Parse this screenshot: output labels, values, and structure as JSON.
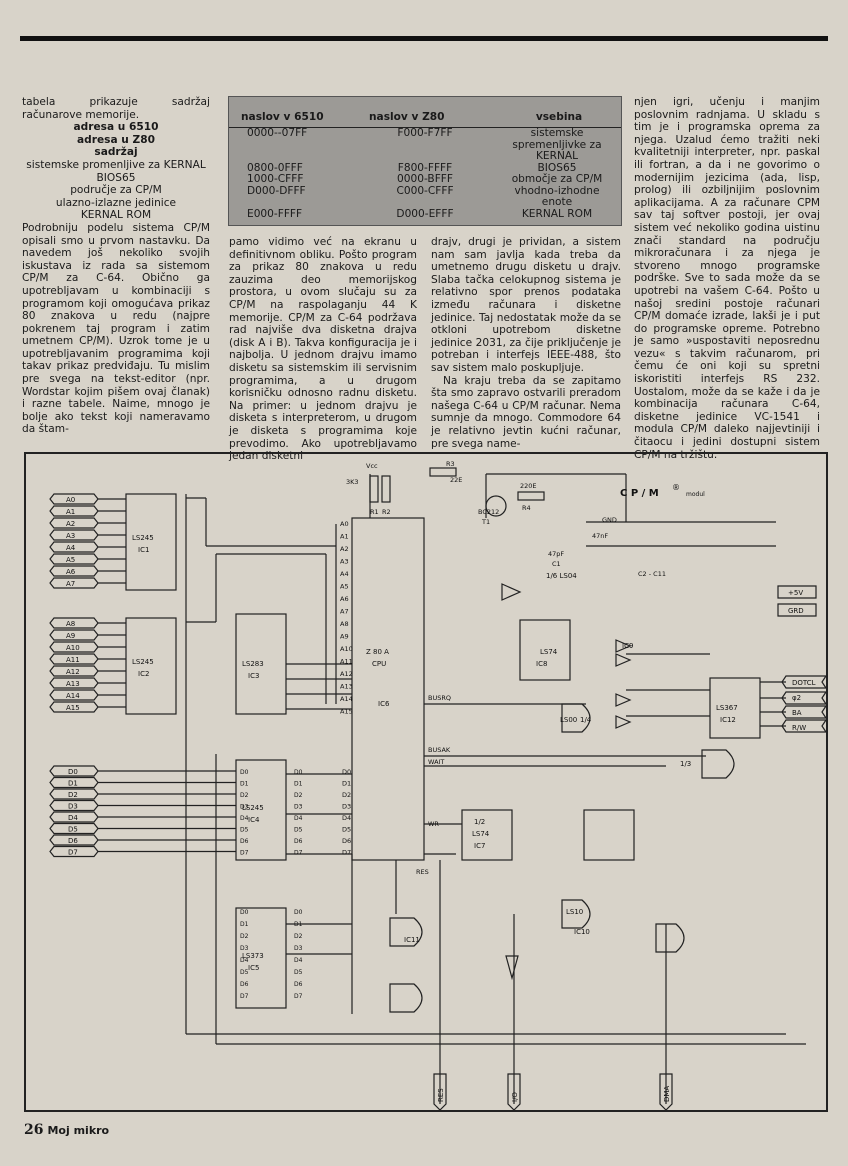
{
  "article": {
    "col1_intro": "tabela prikazuje sadržaj računarove memorije.",
    "legend": {
      "line1": "adresa u 6510",
      "line2": "adresa u Z80",
      "line3": "sadržaj",
      "items": [
        "sistemske promenljive za KERNAL",
        "BIOS65",
        "područje za CP/M",
        "ulazno-izlazne jedinice",
        "KERNAL ROM"
      ]
    },
    "col1_text": "Podrobniju podelu sistema CP/M opisali smo u prvom nastavku. Da navedem još nekoliko svojih iskustava iz rada sa sistemom CP/M za C-64. Obično ga upotrebljavam u kombinaciji s programom koji omogućava prikaz 80 znakova u redu (najpre pokrenem taj program i zatim umetnem CP/M). Uzrok tome je u upotrebljavanim programima koji takav prikaz predviđaju. Tu mislim pre svega na tekst-editor (npr. Wordstar kojim pišem ovaj članak) i razne tabele. Naime, mnogo je bolje ako tekst koji nameravamo da štam-",
    "col2_text": "pamo vidimo već na ekranu u definitivnom obliku. Pošto program za prikaz 80 znakova u redu zauzima deo memorijskog prostora, u ovom slučaju su za CP/M na raspolaganju 44 K memorije. CP/M za C-64 podržava rad najviše dva disketna drajva (disk A i B). Takva konfiguracija je i najbolja. U jednom drajvu imamo disketu sa sistemskim ili servisnim programima, a u drugom korisničku odnosno radnu disketu. Na primer: u jednom drajvu je disketa s interpreterom, u drugom je disketa s programima koje prevodimo. Ako upotrebljavamo jedan disketni",
    "col3_text1": "drajv, drugi je prividan, a sistem nam sam javlja kada treba da umetnemo drugu disketu u drajv. Slaba tačka celokupnog sistema je relativno spor prenos podataka između računara i disketne jedinice. Taj nedostatak može da se otkloni upotrebom disketne jedinice 2031, za čije priključenje je potreban i interfejs IEEE-488, što sav sistem malo poskupljuje.",
    "col3_text2": "Na kraju treba da se zapitamo šta smo zapravo ostvarili preradom našega C-64 u CP/M računar. Nema sumnje da mnogo. Commodore 64 je relativno jevtin kućni računar, pre svega name-",
    "col4_text1": "njen igri, učenju i manjim poslovnim radnjama. U skladu s tim je i programska oprema za njega. Uzalud ćemo tražiti neki kvalitetniji interpreter, npr. paskal ili fortran, a da i ne govorimo o modernijim jezicima (ada, lisp, prolog) ili ozbiljnijim poslovnim aplikacijama. A za računare CPM sav taj softver postoji, jer ovaj sistem već nekoliko godina uistinu znači standard na području mikroračunara i za njega je stvoreno mnogo programske podrške. Sve to sada može da se upotrebi na vašem C-64. Pošto u našoj sredini postoje računari CP/M domaće izrade, lakši je i put do programske opreme. Potrebno je samo »uspostaviti neposrednu vezu« s takvim računarom, pri čemu će oni koji su spretni iskoristiti interfejs RS 232. Uostalom, može da se kaže i da je kombinacija računara C-64, disketne jedinice VC-1541 i modula CP/M daleko najjevtiniji i čitaocu i jedini dostupni sistem CP/M na tržištu."
  },
  "memory_table": {
    "headers": [
      "naslov v 6510",
      "naslov v Z80",
      "vsebina"
    ],
    "rows": [
      [
        "0000--07FF",
        "F000-F7FF",
        "sistemske spremenljivke za KERNAL"
      ],
      [
        "0800-0FFF",
        "F800-FFFF",
        "BIOS65"
      ],
      [
        "1000-CFFF",
        "0000-BFFF",
        "območje za CP/M"
      ],
      [
        "D000-DFFF",
        "C000-CFFF",
        "vhodno-izhodne enote"
      ],
      [
        "E000-FFFF",
        "D000-EFFF",
        "KERNAL ROM"
      ]
    ]
  },
  "schematic": {
    "title": "C P / M",
    "title_sup": "®",
    "title_suffix": "modul",
    "ic_labels": [
      "LS245",
      "IC1",
      "LS245",
      "IC2",
      "LS283",
      "IC3",
      "LS245",
      "IC4",
      "LS373",
      "IC5",
      "Z 80 A",
      "CPU",
      "IC6",
      "LS74",
      "IC8",
      "LS00",
      "IC11",
      "1/2",
      "LS74",
      "IC7",
      "LS367",
      "IC12",
      "LS10",
      "IC10",
      "IC9",
      "1/6 LS04",
      "1/3",
      "1/4"
    ],
    "address_lines": [
      "A0",
      "A1",
      "A2",
      "A3",
      "A4",
      "A5",
      "A6",
      "A7",
      "A8",
      "A9",
      "A10",
      "A11",
      "A12",
      "A13",
      "A14",
      "A15"
    ],
    "data_lines": [
      "D0",
      "D1",
      "D2",
      "D3",
      "D4",
      "D5",
      "D6",
      "D7"
    ],
    "right_signals": [
      "DOTCL",
      "φ2",
      "BA",
      "R/W"
    ],
    "power": [
      "+5V",
      "GRD"
    ],
    "bottom_signals": [
      "RES",
      "I/O",
      "DMA"
    ],
    "control_signals": [
      "BUSRQ",
      "BUSAK",
      "WAIT",
      "WR",
      "RES"
    ],
    "components": [
      "R3",
      "22E",
      "220E",
      "R4",
      "BC212",
      "T1",
      "47pF",
      "C1",
      "3K3",
      "R1",
      "R2",
      "47nF",
      "C2 - C11",
      "GND",
      "Vcc"
    ]
  },
  "footer": {
    "page_number": "26",
    "magazine": "Moj mikro"
  }
}
